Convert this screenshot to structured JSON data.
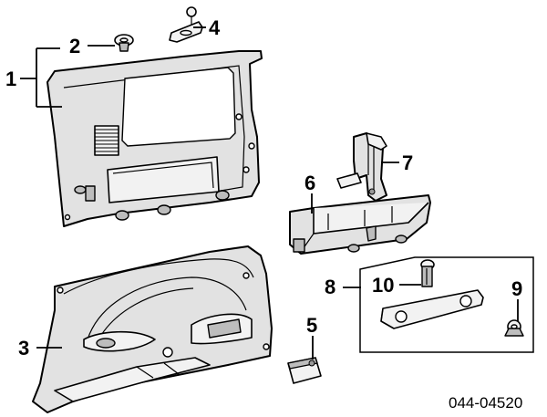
{
  "callouts": [
    {
      "id": "1",
      "label": "1"
    },
    {
      "id": "2",
      "label": "2"
    },
    {
      "id": "3",
      "label": "3"
    },
    {
      "id": "4",
      "label": "4"
    },
    {
      "id": "5",
      "label": "5"
    },
    {
      "id": "6",
      "label": "6"
    },
    {
      "id": "7",
      "label": "7"
    },
    {
      "id": "8",
      "label": "8"
    },
    {
      "id": "9",
      "label": "9"
    },
    {
      "id": "10",
      "label": "10"
    }
  ],
  "diagram_code": "044-04520"
}
